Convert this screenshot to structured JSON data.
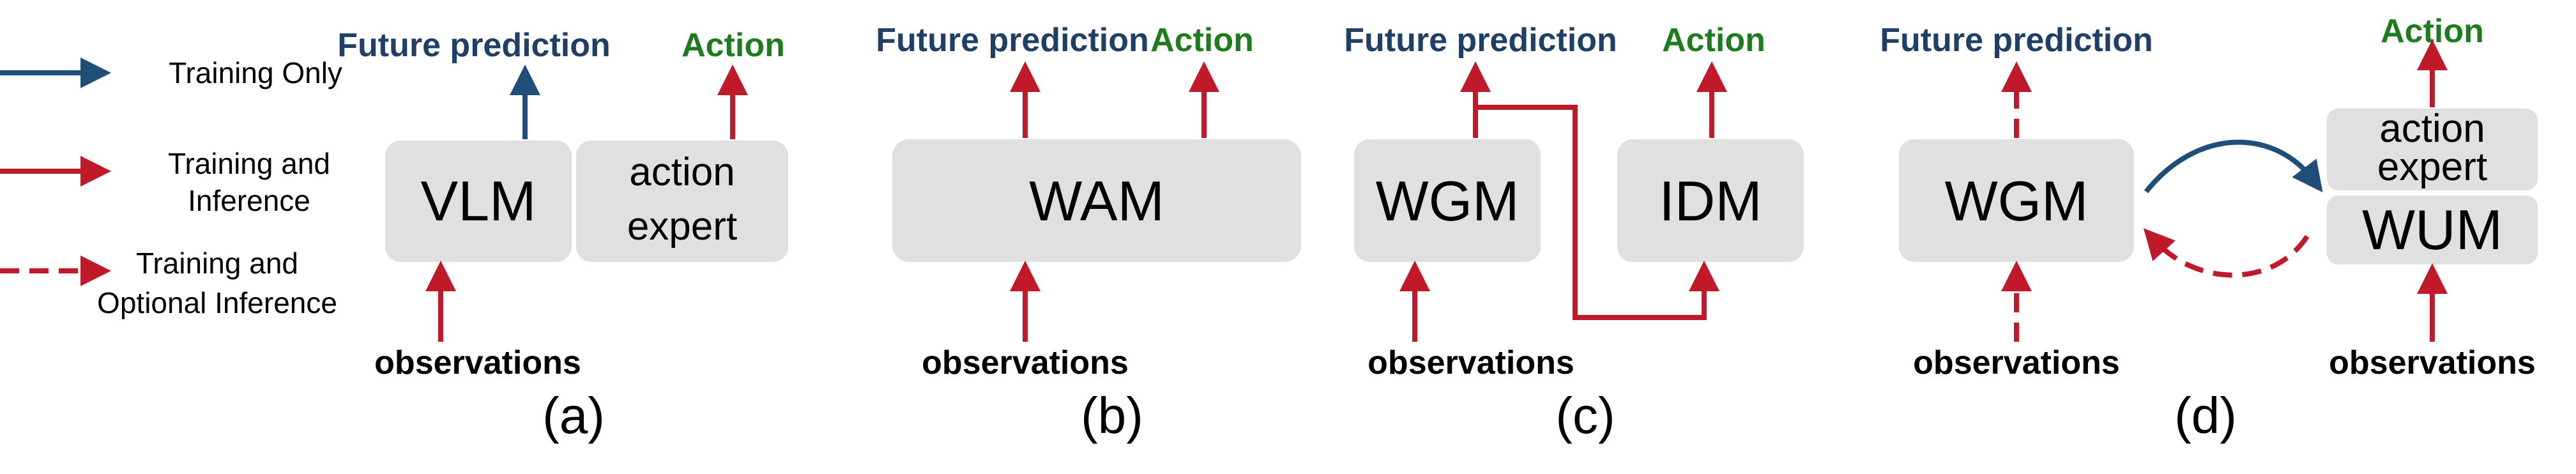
{
  "legend": {
    "training_only": "Training Only",
    "training_inference_1": "Training and",
    "training_inference_2": "Inference",
    "optional_1": "Training and",
    "optional_2": "Optional Inference"
  },
  "labels": {
    "future_prediction": "Future prediction",
    "action": "Action",
    "observations": "observations"
  },
  "panels": {
    "a": {
      "caption": "(a)",
      "box1": "VLM",
      "box2_line1": "action",
      "box2_line2": "expert"
    },
    "b": {
      "caption": "(b)",
      "box1": "WAM"
    },
    "c": {
      "caption": "(c)",
      "box1": "WGM",
      "box2": "IDM"
    },
    "d": {
      "caption": "(d)",
      "box1": "WGM",
      "box_top_line1": "action",
      "box_top_line2": "expert",
      "box_bottom": "WUM"
    }
  },
  "colors": {
    "red": "#c0192a",
    "blue": "#1f4e79",
    "box": "#e0e0e0",
    "future_prediction": "#1f3f66",
    "action": "#1e7b1e"
  }
}
